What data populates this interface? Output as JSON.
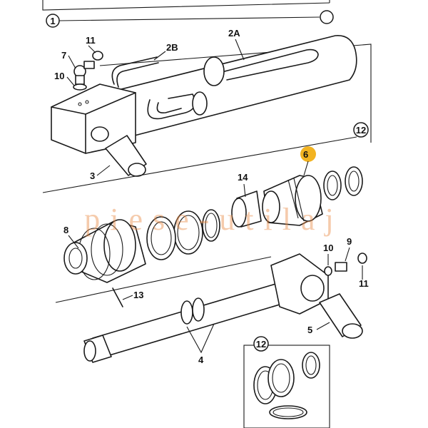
{
  "diagram": {
    "background": "#ffffff",
    "line_color": "#1a1a1a",
    "highlight_color": "#f2b321",
    "labels": {
      "part_1": "1",
      "part_2a": "2A",
      "part_2b": "2B",
      "part_3": "3",
      "part_4": "4",
      "part_5": "5",
      "part_6": "6",
      "part_7": "7",
      "part_8": "8",
      "part_9": "9",
      "part_10_top": "10",
      "part_10_right": "10",
      "part_11_top": "11",
      "part_11_right": "11",
      "part_12_main": "12",
      "part_12_kit": "12",
      "part_13": "13",
      "part_14": "14"
    }
  },
  "watermark": {
    "text": "piese-utilaj",
    "color": "#e88c46"
  }
}
